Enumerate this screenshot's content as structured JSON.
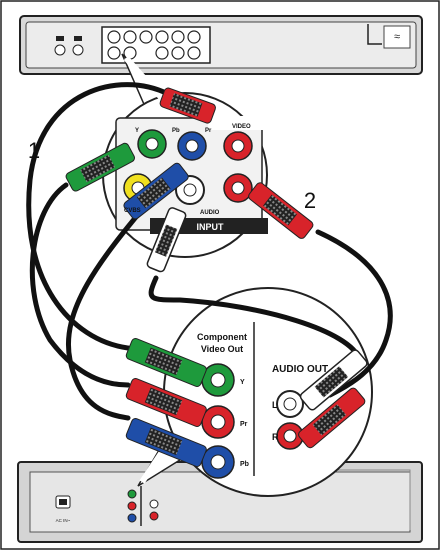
{
  "labels": {
    "step1": "1",
    "step2": "2",
    "tv_y": "Y",
    "tv_pb": "Pb",
    "tv_pr": "Pr",
    "tv_video": "VIDEO",
    "tv_cvbs": "CVBS",
    "tv_audio": "AUDIO",
    "tv_input": "INPUT",
    "dvd_component": "Component",
    "dvd_video_out": "Video Out",
    "dvd_y": "Y",
    "dvd_pr": "Pr",
    "dvd_pb": "Pb",
    "dvd_audio_out": "AUDIO OUT",
    "dvd_l": "L",
    "dvd_r": "R",
    "dvd_ac": "AC IN~",
    "tv_ac_symbol": "≈"
  },
  "colors": {
    "green": "#1e9a3c",
    "blue": "#1f4ea8",
    "red": "#d8232a",
    "yellow": "#f0e020",
    "white": "#ffffff",
    "black": "#111111",
    "device_grey": "#d4d4d4"
  }
}
